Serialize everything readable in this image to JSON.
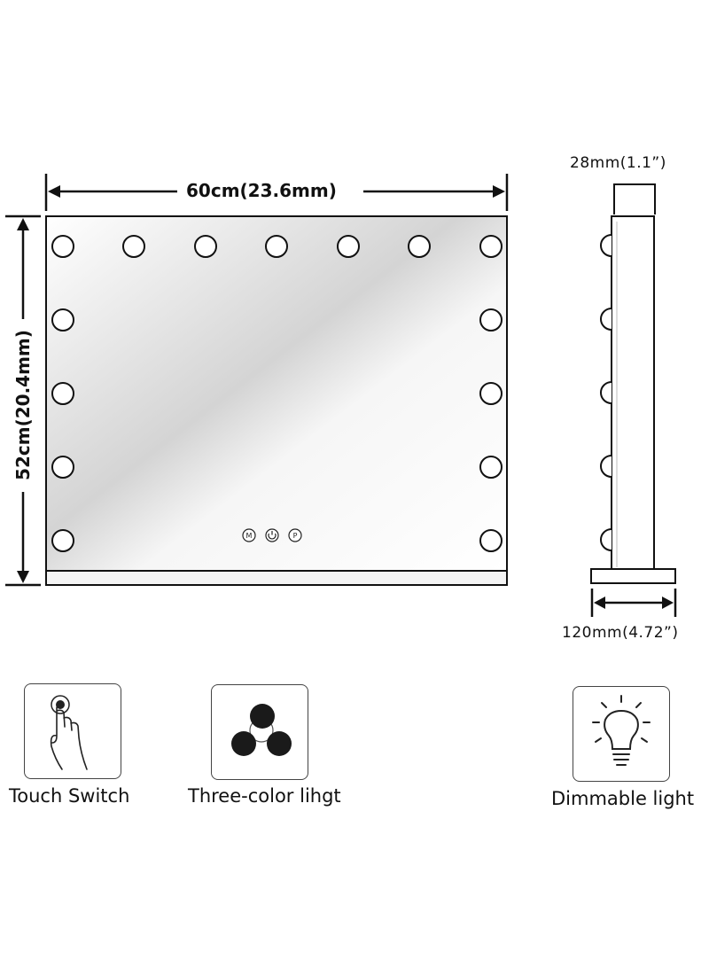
{
  "dimensions": {
    "width": "60cm(23.6mm)",
    "height": "52cm(20.4mm)",
    "depth": "28mm(1.1”)",
    "base": "120mm(4.72”)"
  },
  "features": [
    {
      "label": "Touch Switch",
      "icon": "touch-finger-icon"
    },
    {
      "label": "Three-color lihgt",
      "icon": "three-dots-icon"
    },
    {
      "label": "Dimmable light",
      "icon": "bulb-icon"
    }
  ],
  "control_buttons": [
    "M",
    "",
    "P"
  ],
  "colors": {
    "line": "#111111",
    "bulb_fill": "#ffffff",
    "dot": "#1a1a1a"
  }
}
